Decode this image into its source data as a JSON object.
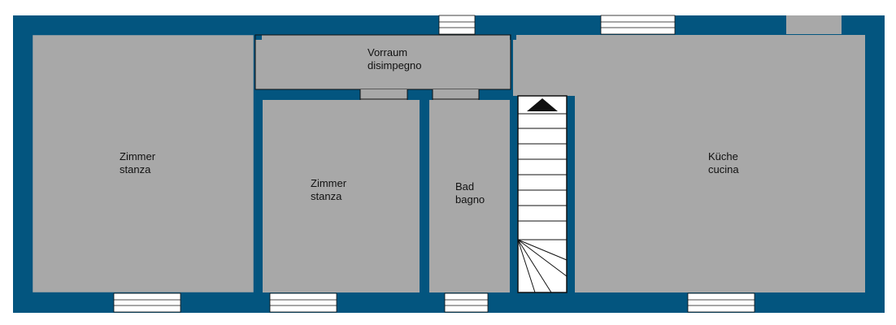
{
  "colors": {
    "wall": "#03557f",
    "floor": "#a8a8a8",
    "window_frame": "#ffffff",
    "outline": "#111111",
    "background": "#ffffff"
  },
  "rooms": [
    {
      "id": "zimmer-1",
      "lines": [
        "Zimmer",
        "stanza"
      ]
    },
    {
      "id": "vorraum",
      "lines": [
        "Vorraum",
        "disimpegno"
      ]
    },
    {
      "id": "zimmer-2",
      "lines": [
        "Zimmer",
        "stanza"
      ]
    },
    {
      "id": "bad",
      "lines": [
        "Bad",
        "bagno"
      ]
    },
    {
      "id": "kueche",
      "lines": [
        "Küche",
        "cucina"
      ]
    }
  ]
}
